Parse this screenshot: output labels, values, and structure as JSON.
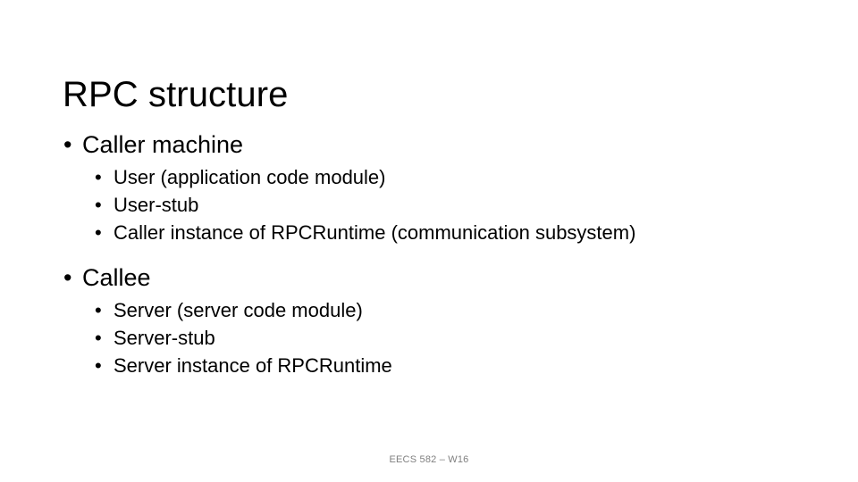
{
  "slide": {
    "title": "RPC structure",
    "background_color": "#ffffff",
    "text_color": "#000000",
    "bullet_glyph": "•",
    "sections": [
      {
        "heading": "Caller machine",
        "items": [
          "User (application code module)",
          "User-stub",
          "Caller instance of RPCRuntime (communication subsystem)"
        ]
      },
      {
        "heading": "Callee",
        "items": [
          "Server (server code module)",
          "Server-stub",
          "Server instance of RPCRuntime"
        ]
      }
    ],
    "footer": {
      "text": "EECS 582 – W16",
      "color": "#808080"
    }
  }
}
